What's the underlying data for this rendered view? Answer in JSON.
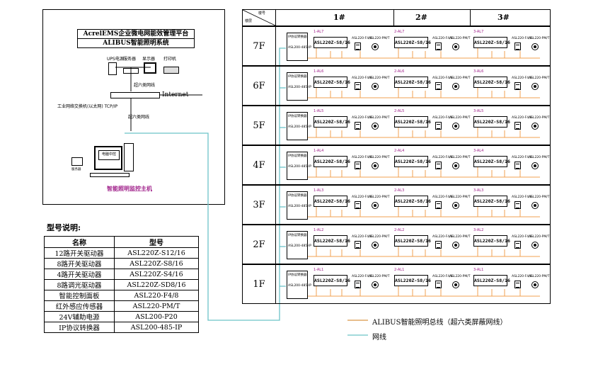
{
  "system": {
    "title1": "AcrelEMS企业微电网能效管理平台",
    "title2": "ALIBUS智能照明系统",
    "ups_label": "UPS电源",
    "server_label": "服务器",
    "monitor_label": "显示器",
    "printer_label": "打印机",
    "cable1_label": "超六类网线",
    "cable2_label": "超六类网线",
    "internet_label": "Internet",
    "switch_label": "工业网络交换机(以太网) TCP/IP",
    "screen_text": "电脑中控",
    "host_label": "智能照明监控主机",
    "phone_label": "服务器"
  },
  "legend": {
    "title": "型号说明:",
    "headers": [
      "名称",
      "型号"
    ],
    "rows": [
      [
        "12路开关驱动器",
        "ASL220Z-S12/16"
      ],
      [
        "8路开关驱动器",
        "ASL220Z-S8/16"
      ],
      [
        "4路开关驱动器",
        "ASL220Z-S4/16"
      ],
      [
        "8路调光驱动器",
        "ASL220Z-SD8/16"
      ],
      [
        "智能控制面板",
        "ASL220-F4/8"
      ],
      [
        "红外感应传感器",
        "ASL220-PM/T"
      ],
      [
        "24V辅助电源",
        "ASL200-P20"
      ],
      [
        "IP协议转换器",
        "ASL200-485-IP"
      ]
    ]
  },
  "diagram": {
    "corner_top": "楼号",
    "corner_bottom": "楼层",
    "buildings": [
      "1#",
      "2#",
      "3#"
    ],
    "floors": [
      {
        "label": "7F",
        "gw": "IP协议转换器",
        "gw2": "ASL200-485-IP",
        "groups": [
          "1-AL7",
          "2-AL7",
          "3-AL7"
        ],
        "drivers": [
          "ASL220Z-S8/16",
          "ASL220Z-S8/16",
          "ASL220Z-S8/16"
        ],
        "mid": [
          "ASL220-F4/8",
          "ASL220-F4/8",
          "ASL220-F4/8"
        ]
      },
      {
        "label": "6F",
        "gw": "IP协议转换器",
        "gw2": "ASL200-485-IP",
        "groups": [
          "1-AL6",
          "2-AL6",
          "3-AL6"
        ],
        "drivers": [
          "ASL220Z-S8/16",
          "ASL220Z-S8/16",
          "ASL220Z-S8/16"
        ],
        "mid": [
          "ASL220-F4/8",
          "ASL220-F4/8",
          "ASL220-F4/8"
        ]
      },
      {
        "label": "5F",
        "gw": "IP协议转换器",
        "gw2": "ASL200-485-IP",
        "groups": [
          "1-AL5",
          "2-AL5",
          "3-AL5"
        ],
        "drivers": [
          "ASL220Z-S8/16",
          "ASL220Z-S8/16",
          "ASL220Z-S8/16"
        ],
        "mid": [
          "ASL220-F4/8",
          "ASL220-F4/8",
          "ASL220-F4/8"
        ]
      },
      {
        "label": "4F",
        "gw": "IP协议转换器",
        "gw2": "ASL200-485-IP",
        "groups": [
          "1-AL4",
          "2-AL4",
          "3-AL4"
        ],
        "drivers": [
          "ASL220Z-S8/16",
          "ASL220Z-S8/16",
          "ASL220Z-S8/16"
        ],
        "mid": [
          "ASL220-F4/8",
          "ASL220-F4/8",
          "ASL220-F4/8"
        ]
      },
      {
        "label": "3F",
        "gw": "IP协议转换器",
        "gw2": "ASL200-485-IP",
        "groups": [
          "1-AL3",
          "2-AL3",
          "3-AL3"
        ],
        "drivers": [
          "ASL220Z-S8/16",
          "ASL220Z-S8/16",
          "ASL220Z-S8/16"
        ],
        "mid": [
          "ASL220-F4/8",
          "ASL220-F4/8",
          "ASL220-F4/8"
        ]
      },
      {
        "label": "2F",
        "gw": "IP协议转换器",
        "gw2": "ASL200-485-IP",
        "groups": [
          "1-AL2",
          "2-AL2",
          "3-AL2"
        ],
        "drivers": [
          "ASL220Z-S8/16",
          "ASL220Z-S8/16",
          "ASL220Z-S8/16"
        ],
        "mid": [
          "ASL220-F4/8",
          "ASL220-F4/8",
          "ASL220-F4/8"
        ]
      },
      {
        "label": "1F",
        "gw": "IP协议转换器",
        "gw2": "ASL200-485-IP",
        "groups": [
          "1-AL1",
          "2-AL1",
          "3-AL1"
        ],
        "drivers": [
          "ASL220Z-S8/16",
          "ASL220Z-S8/16",
          "ASL220Z-S8/16"
        ],
        "mid": [
          "ASL220-F4/8",
          "ASL220-F4/8",
          "ASL220-F4/8"
        ]
      }
    ],
    "sensor_label": "ASL220-PM/T",
    "legend_bus": "ALIBUS智能照明总线（超六类屏蔽网线）",
    "legend_net": "网线"
  },
  "colors": {
    "bus": "#f0a050",
    "net": "#6cc4c8",
    "group": "#a0208a"
  }
}
